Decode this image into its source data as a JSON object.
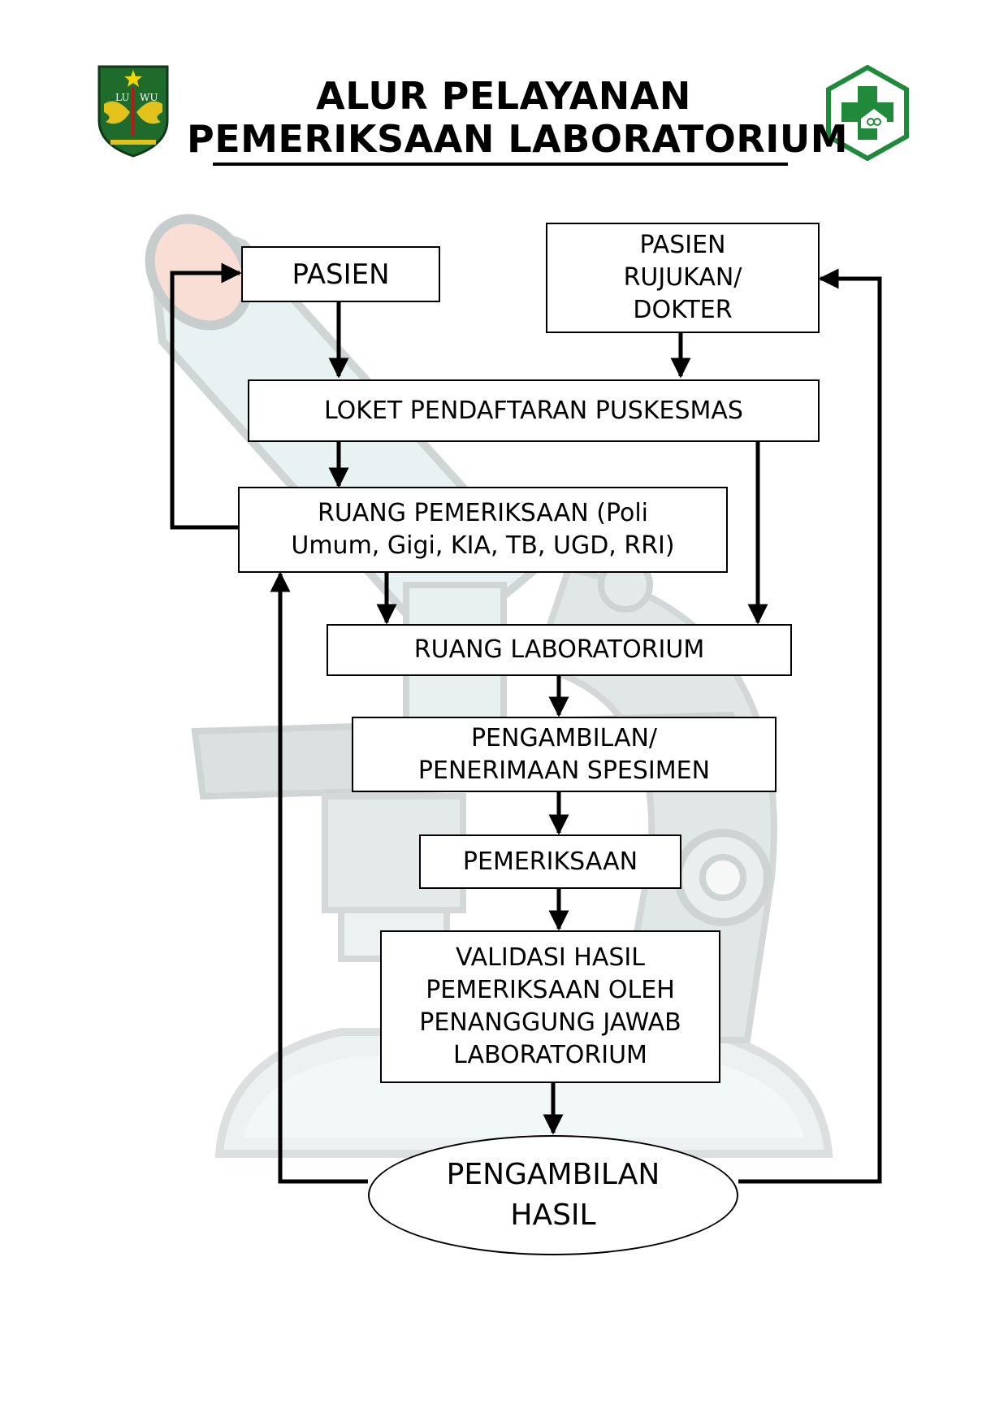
{
  "header": {
    "title_line1": "ALUR PELAYANAN",
    "title_line2": "PEMERIKSAAN LABORATORIUM"
  },
  "logos": {
    "left": {
      "icon": "luwu-regency-emblem-icon",
      "text": "LUWU",
      "colors": {
        "shield": "#1f6b2c",
        "wings": "#e3c21c",
        "star": "#f5d400"
      }
    },
    "right": {
      "icon": "puskesmas-cross-logo-icon",
      "color": "#1e8a3a"
    }
  },
  "flow": {
    "pasien": "PASIEN",
    "rujukan": [
      "PASIEN",
      "RUJUKAN/",
      "DOKTER"
    ],
    "loket": "LOKET PENDAFTARAN PUSKESMAS",
    "ruang_pemeriksaan": [
      "RUANG PEMERIKSAAN (Poli",
      "Umum, Gigi, KIA, TB, UGD, RRI)"
    ],
    "ruang_lab": "RUANG LABORATORIUM",
    "pengambilan_spesimen": [
      "PENGAMBILAN/",
      "PENERIMAAN SPESIMEN"
    ],
    "pemeriksaan": "PEMERIKSAAN",
    "validasi": [
      "VALIDASI HASIL",
      "PEMERIKSAAN OLEH",
      "PENANGGUNG JAWAB",
      "LABORATORIUM"
    ],
    "pengambilan_hasil": [
      "PENGAMBILAN",
      "HASIL"
    ]
  },
  "background": {
    "icon": "microscope-watermark-icon",
    "colors": {
      "body": "#c8d2d0",
      "tube": "#d8ecec",
      "eyepiece": "#f7c9b8"
    }
  }
}
